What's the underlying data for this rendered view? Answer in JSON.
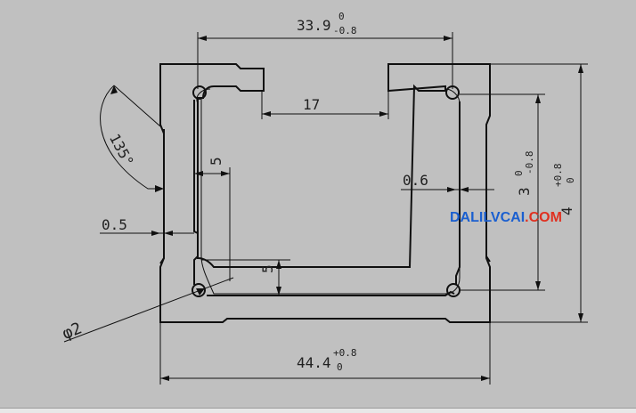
{
  "drawing": {
    "dim_top_width": "33.9",
    "dim_top_width_tol_upper": "0",
    "dim_top_width_tol_lower": "-0.8",
    "dim_inner_gap": "17",
    "dim_angle": "135°",
    "dim_left_offset": "5",
    "dim_bottom_offset": "5",
    "dim_wall_left": "0.5",
    "dim_wall_right": "0.6",
    "dim_radius": "φ2",
    "dim_inner_height": "3",
    "dim_inner_height_tol_upper": "0",
    "dim_inner_height_tol_lower": "-0.8",
    "dim_outer_height": "4",
    "dim_outer_height_tol_upper": "+0.8",
    "dim_outer_height_tol_lower": "0",
    "dim_bottom_width": "44.4",
    "dim_bottom_width_tol_upper": "+0.8",
    "dim_bottom_width_tol_lower": "0"
  },
  "watermark": {
    "part1": "DALILVCAI",
    "part2": ".COM",
    "color1": "#1a5fd0",
    "color2": "#e03020"
  }
}
